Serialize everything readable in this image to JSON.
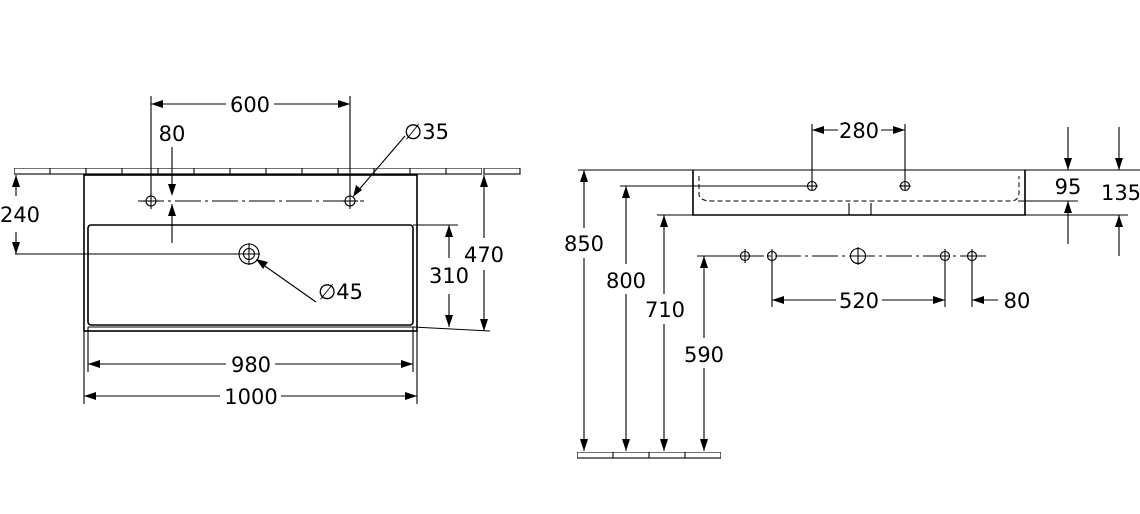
{
  "plan_view": {
    "hole_spacing": "600",
    "hole_offset": "80",
    "tap_hole_diameter": "∅35",
    "wall_to_waste": "240",
    "waste_diameter": "∅45",
    "inner_depth": "310",
    "outer_depth": "470",
    "inner_width": "980",
    "outer_width": "1000"
  },
  "side_view": {
    "tap_spacing": "280",
    "rim_height": "95",
    "total_height": "135",
    "floor_to_top": "850",
    "floor_to_tap": "800",
    "floor_to_basin": "710",
    "floor_to_waste": "590",
    "bracket_spacing": "520",
    "bracket_offset": "80"
  }
}
